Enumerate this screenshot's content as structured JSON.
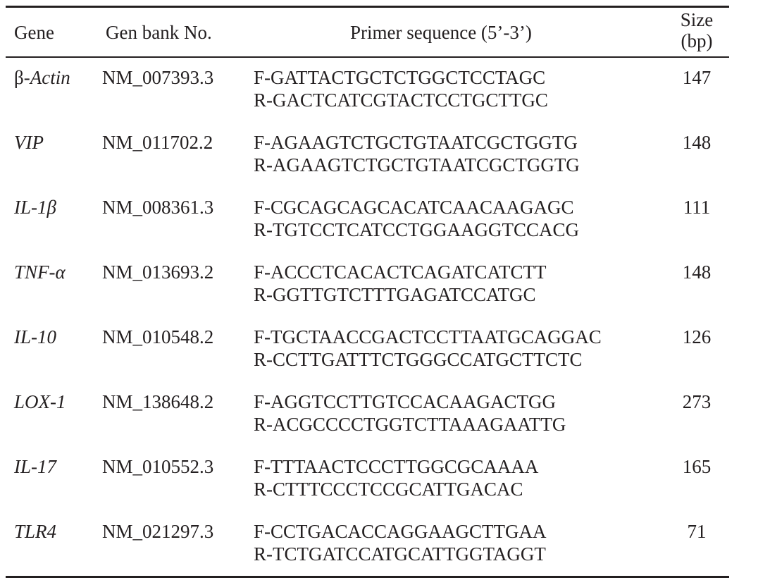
{
  "table": {
    "headers": {
      "gene": "Gene",
      "accession": "Gen bank No.",
      "primer": "Primer sequence (5’-3’)",
      "size_line1": "Size",
      "size_line2": "(bp)"
    },
    "rows": [
      {
        "gene_prefix": "β-",
        "gene": "Actin",
        "accession": "NM_007393.3",
        "forward": "F-GATTACTGCTCTGGCTCCTAGC",
        "reverse": "R-GACTCATCGTACTCCTGCTTGC",
        "size": "147"
      },
      {
        "gene_prefix": "",
        "gene": "VIP",
        "accession": "NM_011702.2",
        "forward": "F-AGAAGTCTGCTGTAATCGCTGGTG",
        "reverse": "R-AGAAGTCTGCTGTAATCGCTGGTG",
        "size": "148"
      },
      {
        "gene_prefix": "",
        "gene": "IL-1β",
        "accession": "NM_008361.3",
        "forward": "F-CGCAGCAGCACATCAACAAGAGC",
        "reverse": "R-TGTCCTCATCCTGGAAGGTCCACG",
        "size": "111"
      },
      {
        "gene_prefix": "",
        "gene": "TNF-α",
        "accession": "NM_013693.2",
        "forward": "F-ACCCTCACACTCAGATCATCTT",
        "reverse": "R-GGTTGTCTTTGAGATCCATGC",
        "size": "148"
      },
      {
        "gene_prefix": "",
        "gene": "IL-10",
        "accession": "NM_010548.2",
        "forward": "F-TGCTAACCGACTCCTTAATGCAGGAC",
        "reverse": "R-CCTTGATTTCTGGGCCATGCTTCTC",
        "size": "126"
      },
      {
        "gene_prefix": "",
        "gene": "LOX-1",
        "accession": "NM_138648.2",
        "forward": "F-AGGTCCTTGTCCACAAGACTGG",
        "reverse": "R-ACGCCCCTGGTCTTAAAGAATTG",
        "size": "273"
      },
      {
        "gene_prefix": "",
        "gene": "IL-17",
        "accession": "NM_010552.3",
        "forward": "F-TTTAACTCCCTTGGCGCAAAA",
        "reverse": "R-CTTTCCCTCCGCATTGACAC",
        "size": "165"
      },
      {
        "gene_prefix": "",
        "gene": "TLR4",
        "accession": "NM_021297.3",
        "forward": "F-CCTGACACCAGGAAGCTTGAA",
        "reverse": "R-TCTGATCCATGCATTGGTAGGT",
        "size": "71"
      }
    ]
  }
}
